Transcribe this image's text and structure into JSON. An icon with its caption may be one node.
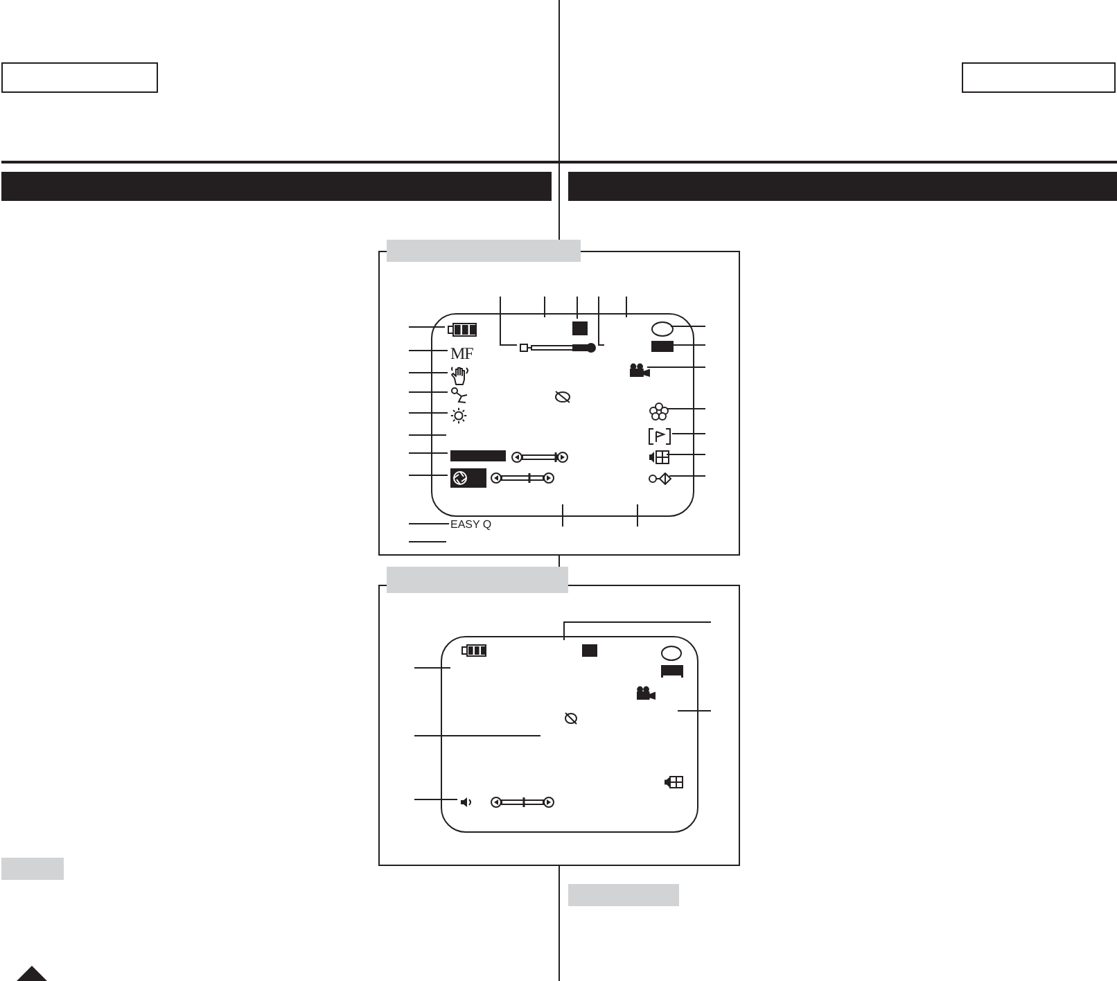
{
  "diagram": {
    "nodes": [
      {
        "text": [],
        "shape": "box"
      },
      {
        "text": [],
        "shape": "box"
      },
      {
        "text": [],
        "shape": "bar"
      },
      {
        "text": [],
        "shape": "bar"
      },
      {
        "text": [],
        "shape": "bar"
      },
      {
        "text": [],
        "shape": "box"
      },
      {
        "text": [],
        "shape": "box",
        "in": 5
      },
      {
        "text": [],
        "shape": "picture",
        "in": 6
      },
      {
        "text": [
          "MF"
        ],
        "in": 6
      },
      {
        "text": [],
        "shape": "picture",
        "in": 6
      },
      {
        "text": [],
        "shape": "picture",
        "in": 6
      },
      {
        "text": [],
        "shape": "picture",
        "in": 6
      },
      {
        "text": [],
        "shape": "bar",
        "in": 6
      },
      {
        "text": [],
        "shape": "picture",
        "in": 6
      },
      {
        "text": [],
        "shape": "picture",
        "in": 6
      },
      {
        "text": [],
        "shape": "box",
        "in": 6
      },
      {
        "text": [],
        "shape": "circle",
        "in": 6
      },
      {
        "text": [],
        "shape": "box",
        "in": 6
      },
      {
        "text": [],
        "shape": "picture",
        "in": 6
      },
      {
        "text": [],
        "shape": "picture",
        "in": 6
      },
      {
        "text": [],
        "shape": "picture",
        "in": 6
      },
      {
        "text": [],
        "shape": "picture",
        "in": 6
      },
      {
        "text": [],
        "shape": "picture",
        "in": 6
      },
      {
        "text": [
          "EASY Q"
        ],
        "in": 5
      },
      {
        "text": [],
        "shape": "bar"
      },
      {
        "text": [],
        "shape": "box"
      },
      {
        "text": [],
        "shape": "box",
        "in": 25
      },
      {
        "text": [],
        "shape": "picture",
        "in": 26
      },
      {
        "text": [],
        "shape": "bar"
      },
      {
        "text": [],
        "shape": "bar"
      }
    ],
    "edges": [
      {
        "from": null,
        "to": 7,
        "arrow": "none"
      },
      {
        "from": null,
        "to": 8,
        "arrow": "none"
      },
      {
        "from": null,
        "to": 9,
        "arrow": "none"
      },
      {
        "from": null,
        "to": 10,
        "arrow": "none"
      },
      {
        "from": null,
        "to": 11,
        "arrow": "none"
      },
      {
        "from": null,
        "to": 6,
        "arrow": "none"
      },
      {
        "from": null,
        "to": 12,
        "arrow": "none"
      },
      {
        "from": null,
        "to": 13,
        "arrow": "none"
      },
      {
        "from": null,
        "to": 14,
        "arrow": "none"
      },
      {
        "from": null,
        "to": 6,
        "arrow": "none"
      },
      {
        "from": null,
        "to": 15,
        "arrow": "none"
      },
      {
        "from": null,
        "to": 14,
        "arrow": "none"
      },
      {
        "from": null,
        "to": 6,
        "arrow": "none"
      },
      {
        "from": null,
        "to": 16,
        "arrow": "none"
      },
      {
        "from": null,
        "to": 17,
        "arrow": "none"
      },
      {
        "from": null,
        "to": 18,
        "arrow": "none"
      },
      {
        "from": null,
        "to": 19,
        "arrow": "none"
      },
      {
        "from": null,
        "to": 20,
        "arrow": "none"
      },
      {
        "from": null,
        "to": 21,
        "arrow": "none"
      },
      {
        "from": null,
        "to": 22,
        "arrow": "none"
      },
      {
        "from": null,
        "to": 6,
        "arrow": "none"
      },
      {
        "from": null,
        "to": 6,
        "arrow": "none"
      },
      {
        "from": null,
        "to": 23,
        "arrow": "none"
      },
      {
        "from": null,
        "to": 5,
        "arrow": "none"
      },
      {
        "from": null,
        "to": 26,
        "arrow": "none"
      },
      {
        "from": null,
        "to": 26,
        "arrow": "none"
      },
      {
        "from": null,
        "to": 27,
        "arrow": "none"
      },
      {
        "from": null,
        "to": 26,
        "arrow": "none"
      },
      {
        "from": null,
        "to": 26,
        "arrow": "none"
      }
    ]
  }
}
